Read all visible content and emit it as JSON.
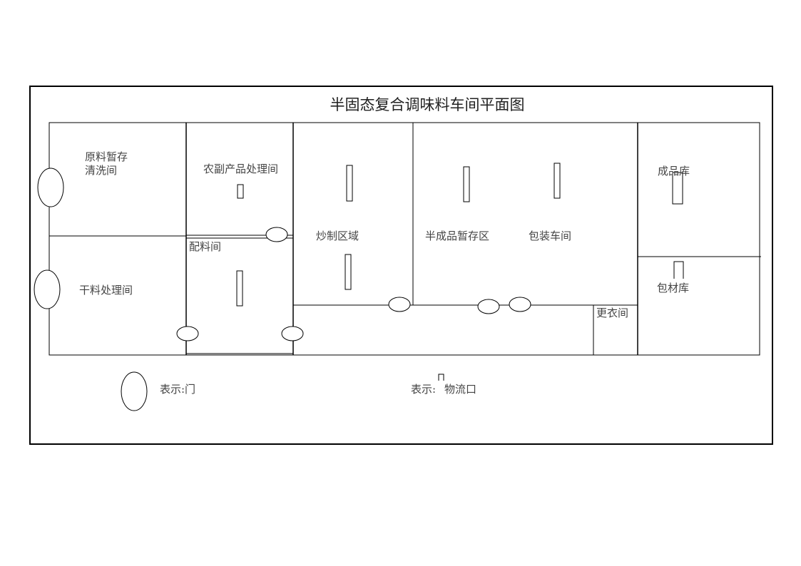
{
  "title": "半固态复合调味料车间平面图",
  "rooms": {
    "raw_storage_line1": "原料暂存",
    "raw_storage_line2": "清洗间",
    "dry_processing": "干料处理间",
    "agri_processing": "农副产品处理间",
    "batching": "配料间",
    "frying": "炒制区域",
    "semi_storage": "半成品暂存区",
    "packaging": "包装车间",
    "finished_storage": "成品库",
    "packing_material": "包材库",
    "changing_room": "更衣间"
  },
  "legend": {
    "door": "表示:门",
    "flow_prefix": "表示:",
    "flow": "物流口"
  }
}
